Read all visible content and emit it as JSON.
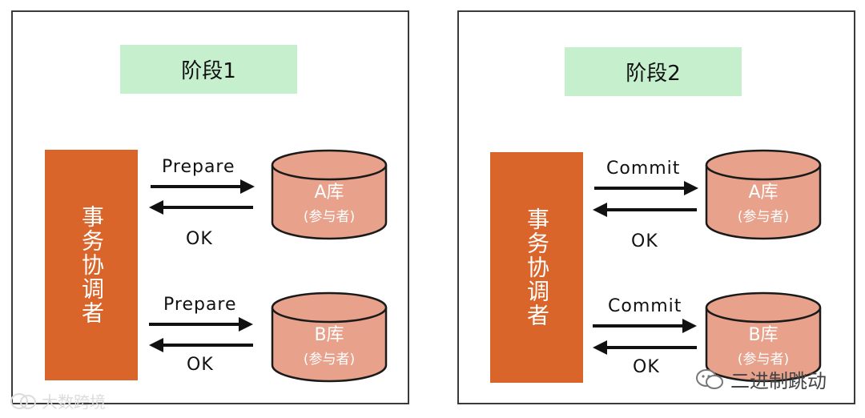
{
  "left": {
    "stage_label": "阶段1",
    "coordinator_label": "事务协调者",
    "request_label": "Prepare",
    "response_label": "OK",
    "db_a": {
      "name": "A库",
      "role": "(参与者)"
    },
    "db_b": {
      "name": "B库",
      "role": "(参与者)"
    }
  },
  "right": {
    "stage_label": "阶段2",
    "coordinator_label": "事务协调者",
    "request_label": "Commit",
    "response_label": "OK",
    "db_a": {
      "name": "A库",
      "role": "(参与者)"
    },
    "db_b": {
      "name": "B库",
      "role": "(参与者)"
    }
  },
  "watermarks": {
    "left": "大数跨境",
    "right": "二进制跳动"
  },
  "colors": {
    "stage_bg": "#c6efce",
    "coordinator_bg": "#d9652b",
    "db_fill": "#e8a28c",
    "db_stroke": "#1a1a1a",
    "arrow": "#111111"
  }
}
